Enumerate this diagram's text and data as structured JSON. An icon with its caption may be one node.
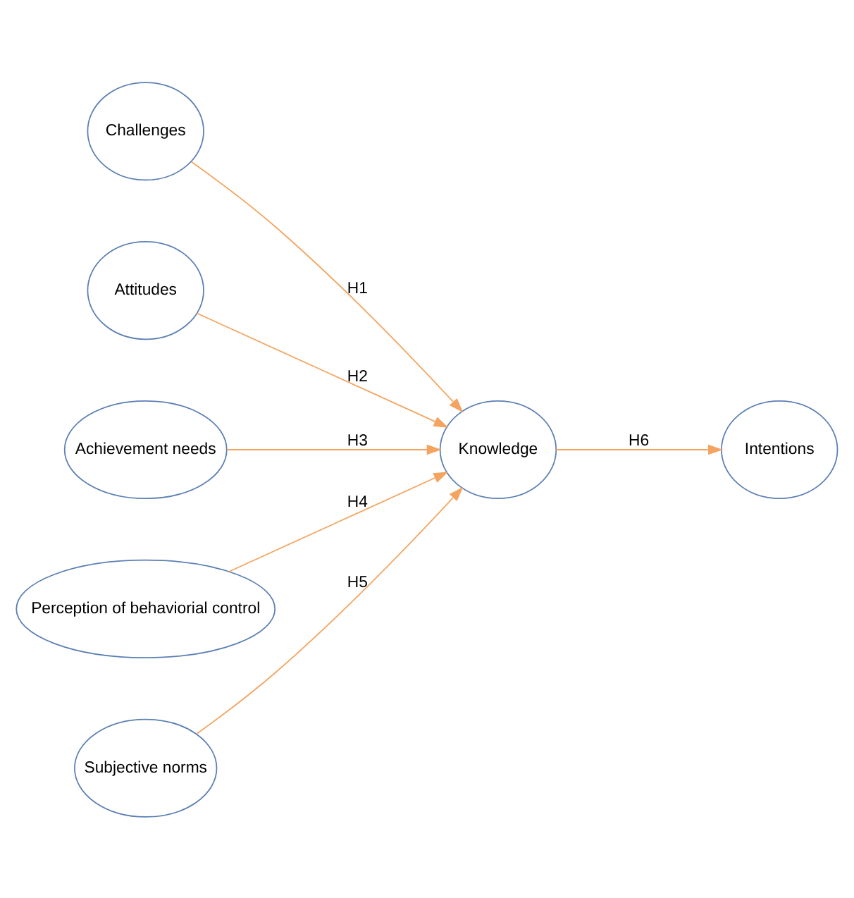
{
  "diagram": {
    "nodes": [
      {
        "text": [
          "Challenges"
        ]
      },
      {
        "text": [
          "Attitudes"
        ]
      },
      {
        "text": [
          "Achievement needs"
        ]
      },
      {
        "text": [
          "Perception of behaviorial control"
        ]
      },
      {
        "text": [
          "Subjective norms"
        ]
      },
      {
        "text": [
          "Knowledge"
        ]
      },
      {
        "text": [
          "Intentions"
        ]
      }
    ],
    "edges": [
      {
        "from": 0,
        "to": 5,
        "arrow": "to",
        "label": "H1"
      },
      {
        "from": 1,
        "to": 5,
        "arrow": "to",
        "label": "H2"
      },
      {
        "from": 2,
        "to": 5,
        "arrow": "to",
        "label": "H3"
      },
      {
        "from": 3,
        "to": 5,
        "arrow": "to",
        "label": "H4"
      },
      {
        "from": 4,
        "to": 5,
        "arrow": "to",
        "label": "H5"
      },
      {
        "from": 5,
        "to": 6,
        "arrow": "to",
        "label": "H6"
      }
    ]
  }
}
